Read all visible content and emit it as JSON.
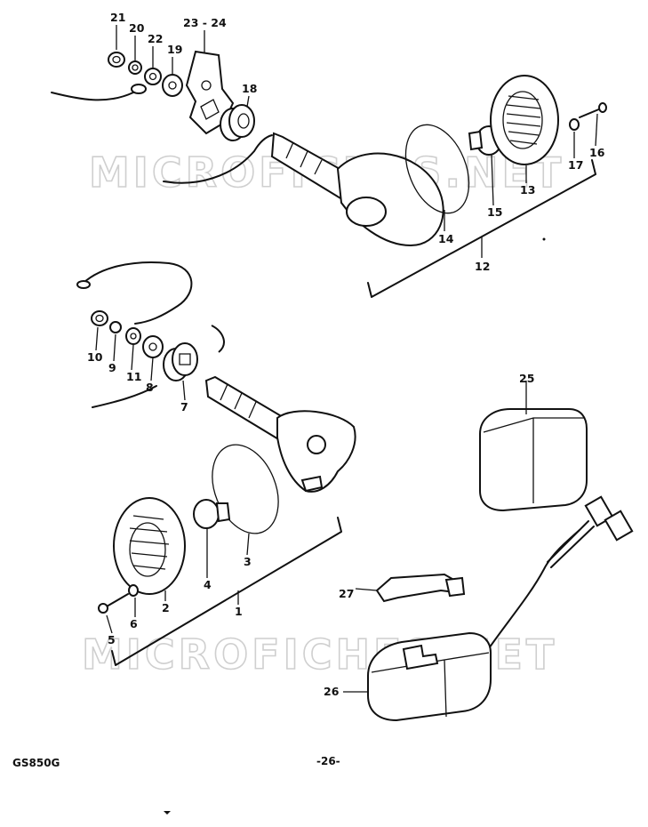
{
  "watermark": "MICROFICHES.NET",
  "footer": {
    "model": "GS850G",
    "page_number": "-26-"
  },
  "callouts": {
    "c1": "1",
    "c2": "2",
    "c3": "3",
    "c4": "4",
    "c5": "5",
    "c6": "6",
    "c7": "7",
    "c8": "8",
    "c9": "9",
    "c10": "10",
    "c11": "11",
    "c12": "12",
    "c13": "13",
    "c14": "14",
    "c15": "15",
    "c16": "16",
    "c17": "17",
    "c18": "18",
    "c19": "19",
    "c20": "20",
    "c21": "21",
    "c22": "22",
    "c23_24": "23 - 24",
    "c25": "25",
    "c26": "26",
    "c27": "27"
  }
}
